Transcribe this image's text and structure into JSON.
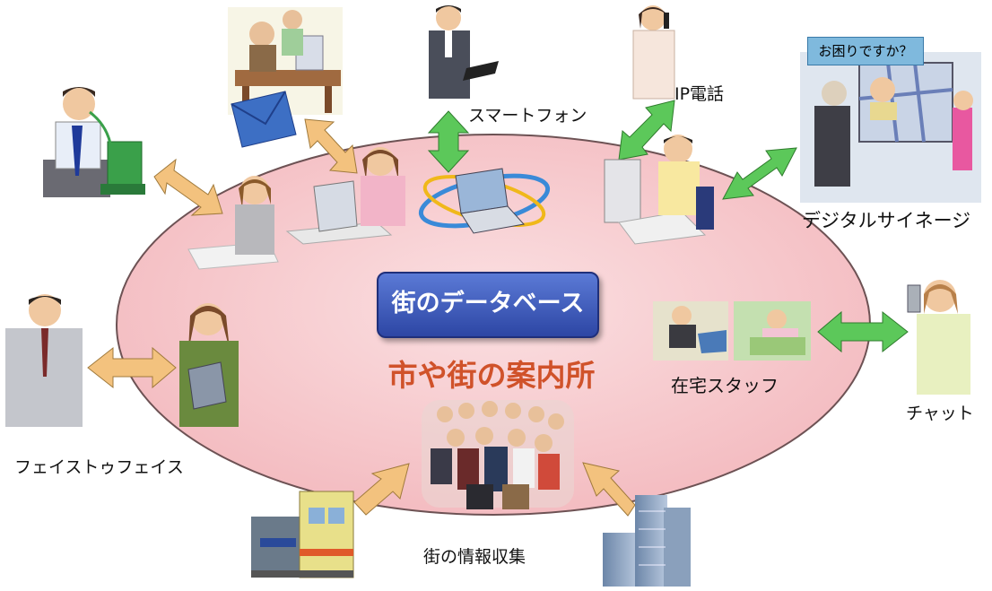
{
  "diagram": {
    "center_title": "市や街の案内所",
    "database_label": "街のデータベース",
    "nodes": {
      "smartphone": "スマートフォン",
      "ip_phone": "IP電話",
      "digital_signage": "デジタルサイネージ",
      "signage_bubble": "お困りですか？",
      "home_staff": "在宅スタッフ",
      "chat": "チャット",
      "face_to_face": "フェイストゥフェイス",
      "town_info": "街の情報収集"
    }
  },
  "colors": {
    "ellipse_fill": "#f7c7cb",
    "ellipse_stroke": "#7a5a5c",
    "arrow_orange": "#f3c27e",
    "arrow_green": "#5cc85a",
    "db_box": "#3a55b8",
    "center_title": "#d0522a"
  }
}
